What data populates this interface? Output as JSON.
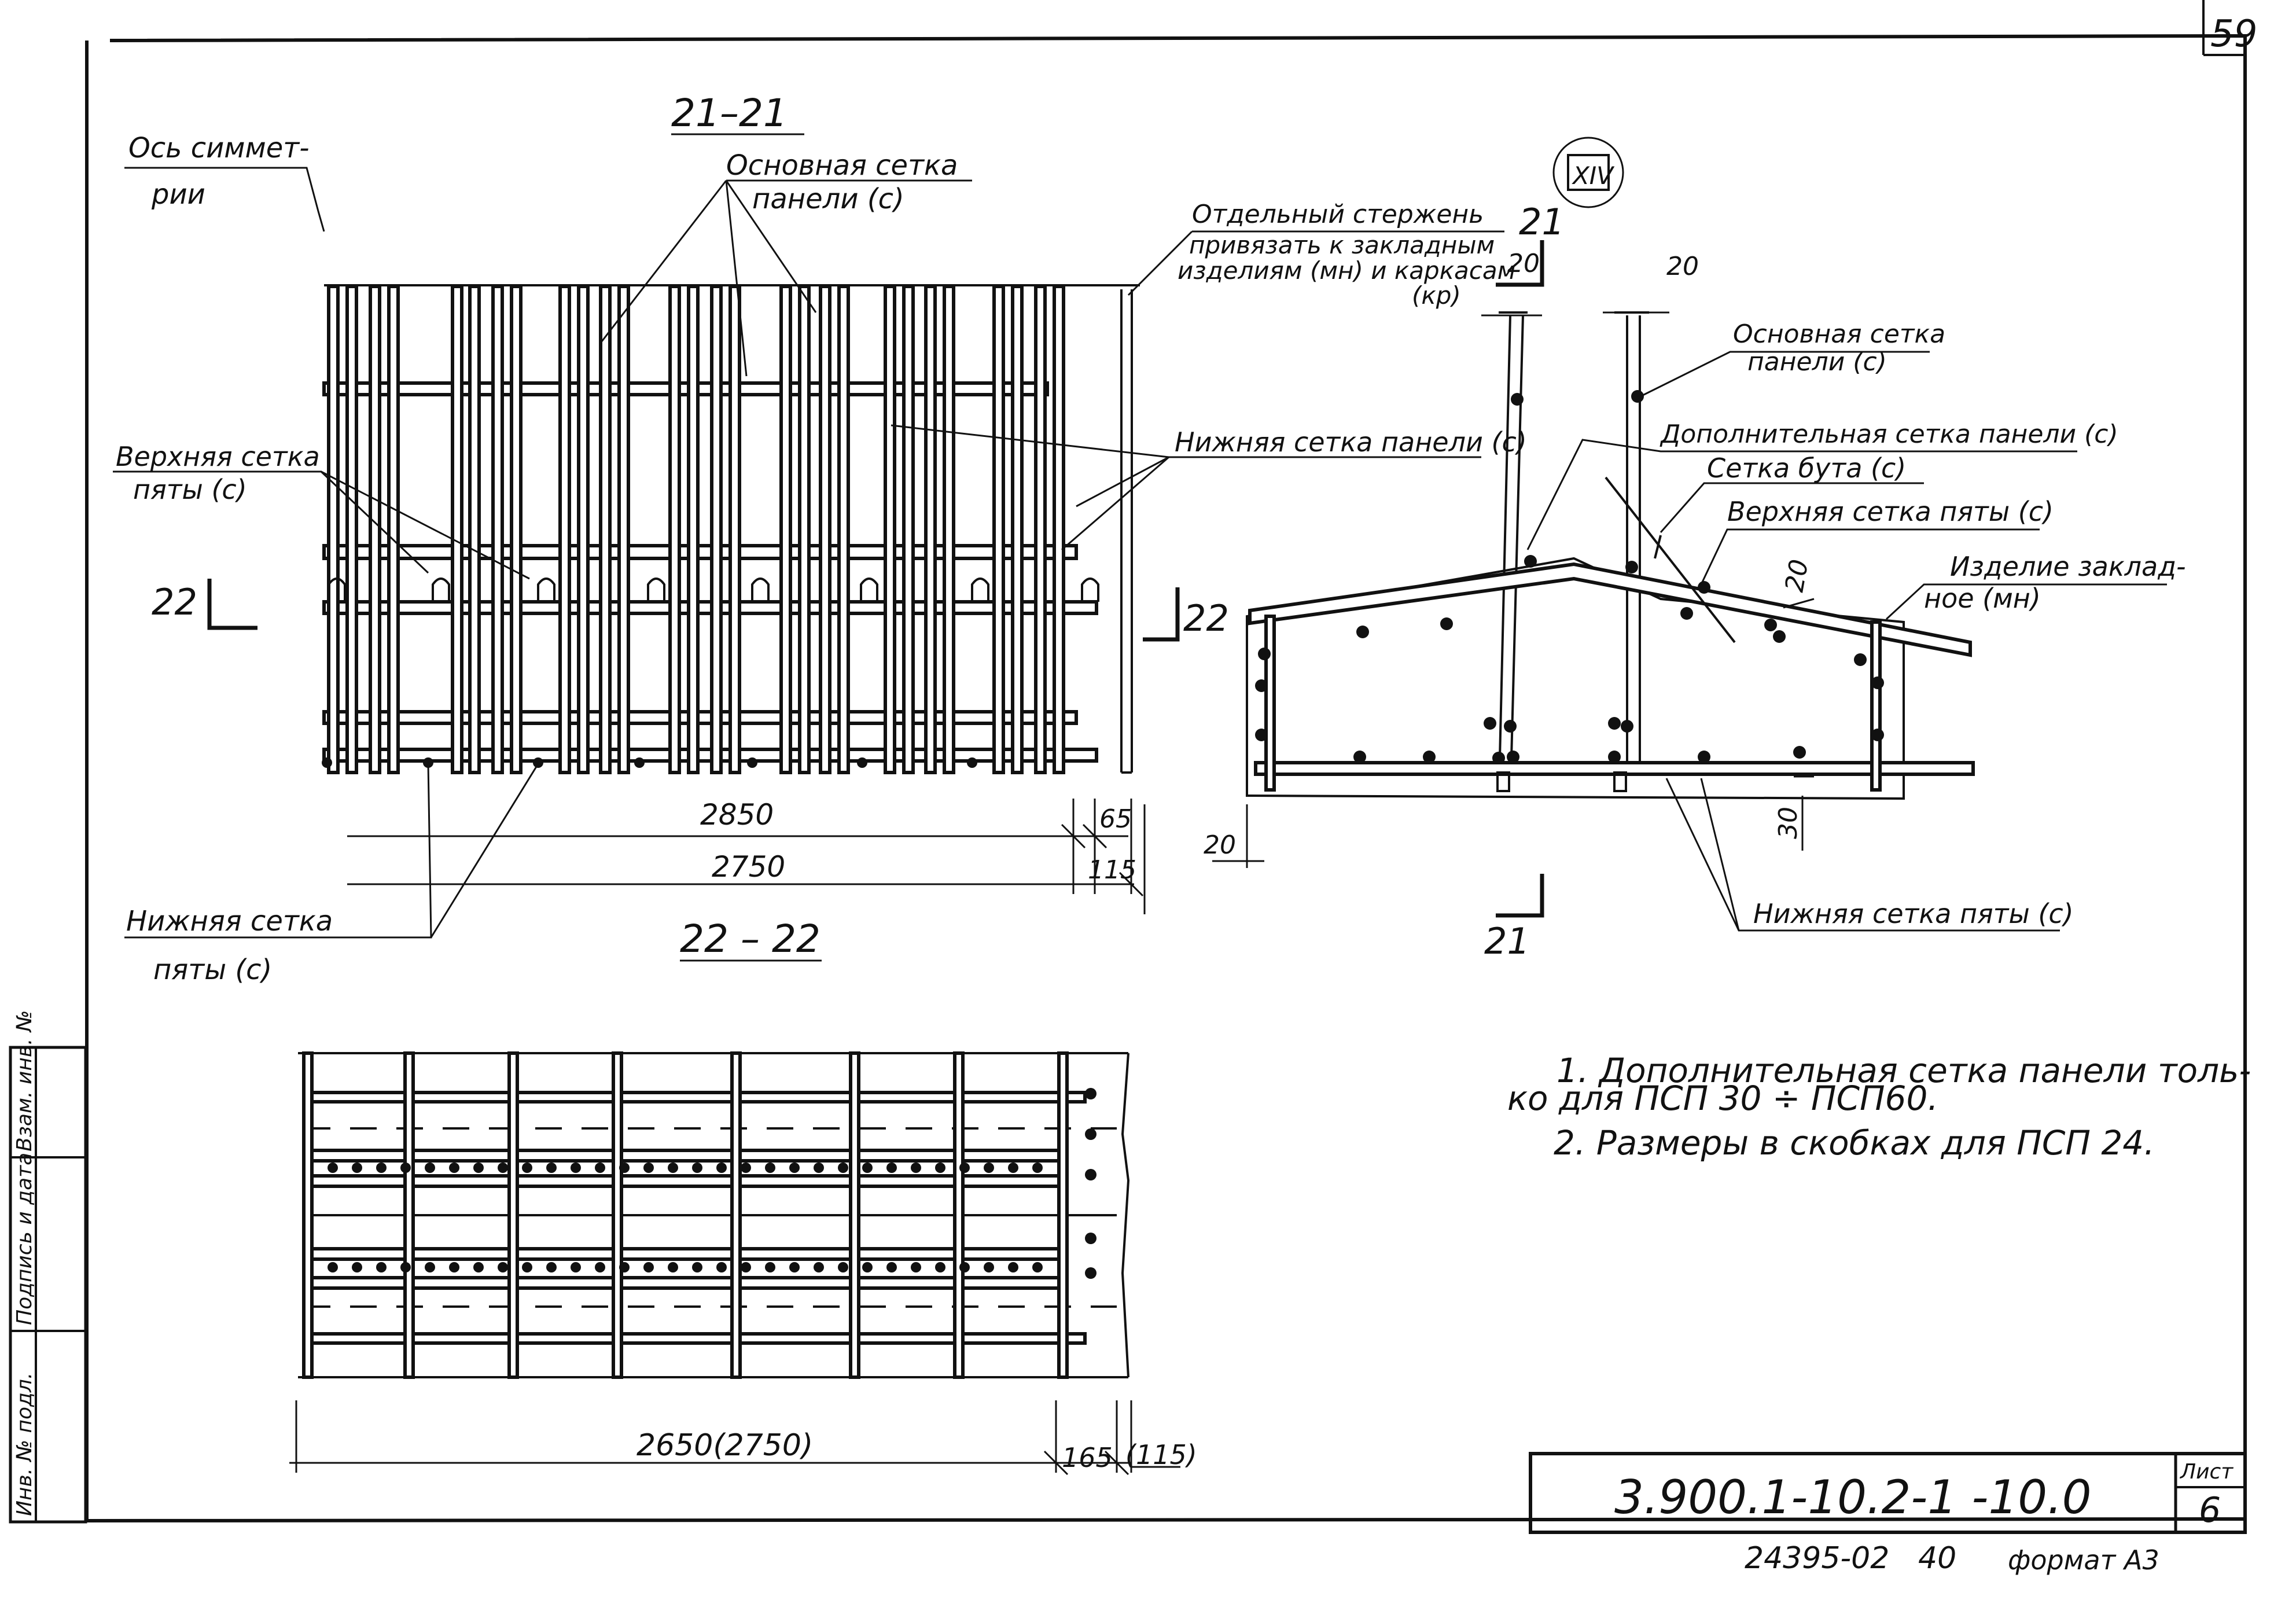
{
  "sheet_number_top": "59",
  "views": {
    "section_21": {
      "title": "21–21",
      "labels": {
        "symmetry_axis_1": "Ось симмет-",
        "symmetry_axis_2": "рии",
        "main_mesh_1": "Основная сетка",
        "main_mesh_2": "панели (с)",
        "separate_bar_1": "Отдельный стержень",
        "separate_bar_2": "привязать к закладным",
        "separate_bar_3": "изделиям (мн) и каркасам",
        "separate_bar_4": "(кр)",
        "upper_heel_mesh_1": "Верхняя сетка",
        "upper_heel_mesh_2": "пяты (с)",
        "lower_panel_mesh": "Нижняя сетка панели (с)",
        "lower_heel_mesh_1": "Нижняя сетка",
        "lower_heel_mesh_2": "пяты (с)"
      },
      "cut_mark_left": "22",
      "cut_mark_right": "22",
      "dimensions": {
        "total": "2850",
        "inner": "2750",
        "edge_small": "65",
        "edge_large": "115"
      }
    },
    "section_22": {
      "title": "22 – 22",
      "dimensions": {
        "main": "2650(2750)",
        "edge": "165",
        "edge_alt": "(115)"
      }
    },
    "detail": {
      "marker": "XIV",
      "cut_mark_top": "21",
      "cut_mark_bottom": "21",
      "labels": {
        "main_mesh_1": "Основная сетка",
        "main_mesh_2": "панели (с)",
        "additional_mesh": "Дополнительная сетка панели (с)",
        "rubble_mesh": "Сетка бута (с)",
        "upper_heel_mesh": "Верхняя сетка пяты (с)",
        "embedded_1": "Изделие заклад-",
        "embedded_2": "ное (мн)",
        "lower_heel_mesh": "Нижняя сетка пяты (с)"
      },
      "dimensions": {
        "top_left": "20",
        "top_right": "20",
        "slope": "20",
        "bottom_left": "20",
        "bottom_right": "30"
      }
    }
  },
  "notes": [
    "1. Дополнительная сетка панели толь-",
    "ко для ПСП 30 ÷ ПСП60.",
    "2. Размеры в скобках для ПСП 24."
  ],
  "side_stamp": {
    "inv_original": "Инв. № подл.",
    "signature_date": "Подпись и дата",
    "replace_inv": "Взам. инв. №"
  },
  "title_block": {
    "document_code": "3.900.1-10.2-1 -10.0",
    "sheet_label": "Лист",
    "sheet_number": "6"
  },
  "footer": {
    "order_number": "24395-02",
    "copy_number": "40",
    "format_label": "формат А3"
  }
}
